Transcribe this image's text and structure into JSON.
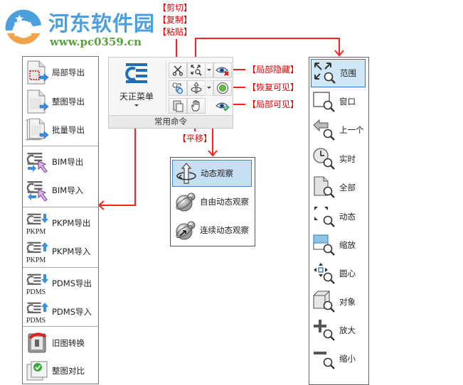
{
  "watermark": {
    "title": "河东软件园",
    "url": "www.pc0359.cn"
  },
  "annotations": {
    "cut": "【剪切】",
    "copy": "【复制】",
    "paste": "【粘贴】",
    "local_hide": "【局部隐藏】",
    "restore_visible": "【恢复可见】",
    "local_visible": "【局部可见】",
    "pan": "【平移】"
  },
  "ribbon": {
    "big_button_label": "天正菜单",
    "group_title": "常用命令",
    "buttons": [
      {
        "name": "cut",
        "icon": "scissors-icon"
      },
      {
        "name": "zoom-extents",
        "icon": "zoom-extents-icon"
      },
      {
        "name": "local-hide",
        "icon": "eye-hide-icon"
      },
      {
        "name": "copy",
        "icon": "copy-icon"
      },
      {
        "name": "orbit",
        "icon": "orbit-icon"
      },
      {
        "name": "restore-visible",
        "icon": "green-circle-icon"
      },
      {
        "name": "paste",
        "icon": "paste-icon"
      },
      {
        "name": "pan",
        "icon": "hand-icon"
      },
      {
        "name": "local-visible",
        "icon": "eye-check-icon"
      }
    ]
  },
  "left_panel": {
    "items": [
      {
        "label": "局部导出",
        "icon": "local-export-icon"
      },
      {
        "label": "整图导出",
        "icon": "full-export-icon"
      },
      {
        "label": "批量导出",
        "icon": "batch-export-icon"
      },
      {
        "label": "BIM导出",
        "icon": "bim-export-icon"
      },
      {
        "label": "BIM导入",
        "icon": "bim-import-icon"
      },
      {
        "label": "PKPM导出",
        "icon": "pkpm-export-icon",
        "badge": "PKPM"
      },
      {
        "label": "PKPM导入",
        "icon": "pkpm-import-icon",
        "badge": "PKPM"
      },
      {
        "label": "PDMS导出",
        "icon": "pdms-export-icon",
        "badge": "PDMS"
      },
      {
        "label": "PDMS导入",
        "icon": "pdms-import-icon",
        "badge": "PDMS"
      },
      {
        "label": "旧图转换",
        "icon": "old-drawing-convert-icon"
      },
      {
        "label": "整图对比",
        "icon": "drawing-compare-icon"
      }
    ]
  },
  "orbit_menu": {
    "items": [
      {
        "label": "动态观察",
        "selected": true
      },
      {
        "label": "自由动态观察",
        "selected": false
      },
      {
        "label": "连续动态观察",
        "selected": false
      }
    ]
  },
  "right_panel": {
    "items": [
      {
        "label": "范围",
        "selected": true
      },
      {
        "label": "窗口"
      },
      {
        "label": "上一个"
      },
      {
        "label": "实时"
      },
      {
        "label": "全部"
      },
      {
        "label": "动态"
      },
      {
        "label": "缩放"
      },
      {
        "label": "圆心"
      },
      {
        "label": "对象"
      },
      {
        "label": "放大"
      },
      {
        "label": "缩小"
      }
    ]
  },
  "colors": {
    "annotation_red": "#e00000",
    "selection_blue": "#3d83c6",
    "selection_fill": "#c7dff3",
    "logo_blue": "#4b9fdc",
    "logo_green": "#5aa03c"
  }
}
